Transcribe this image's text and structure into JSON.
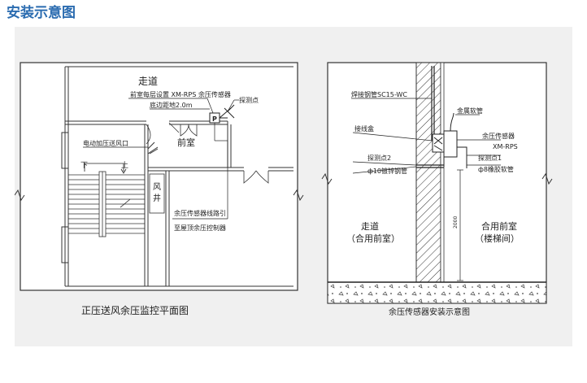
{
  "title": "安装示意图",
  "left_plan": {
    "caption": "正压送风余压监控平面图",
    "corridor": "走道",
    "sensor_note": "前室每层设置 XM-RPS 余压传感器",
    "height_note": "底边距地2.0m",
    "probe": "探测点",
    "vent": "电动加压送风口",
    "front_room": "前室",
    "down": "下",
    "up": "上",
    "shaft_1": "风",
    "shaft_2": "井",
    "sensor_marker": "P",
    "line_route": "余压传感器线路引",
    "line_route_2": "至屋顶余压控制器"
  },
  "right_section": {
    "caption": "余压传感器安装示意图",
    "steel_pipe": "焊接钢管SC15-WC",
    "metal_hose": "金属软管",
    "junction_box": "接线盒",
    "sensor": "余压传感器",
    "sensor_model": "XM-RPS",
    "probe1": "探测点1",
    "probe2": "探测点2",
    "galv_pipe": "ф10镀锌钢管",
    "rubber_pipe": "ф8橡胶软管",
    "corridor": "走道",
    "corridor_sub": "（合用前室）",
    "shared_front_room": "合用前室",
    "stair_sub": "（楼梯间）",
    "height": "2000"
  }
}
